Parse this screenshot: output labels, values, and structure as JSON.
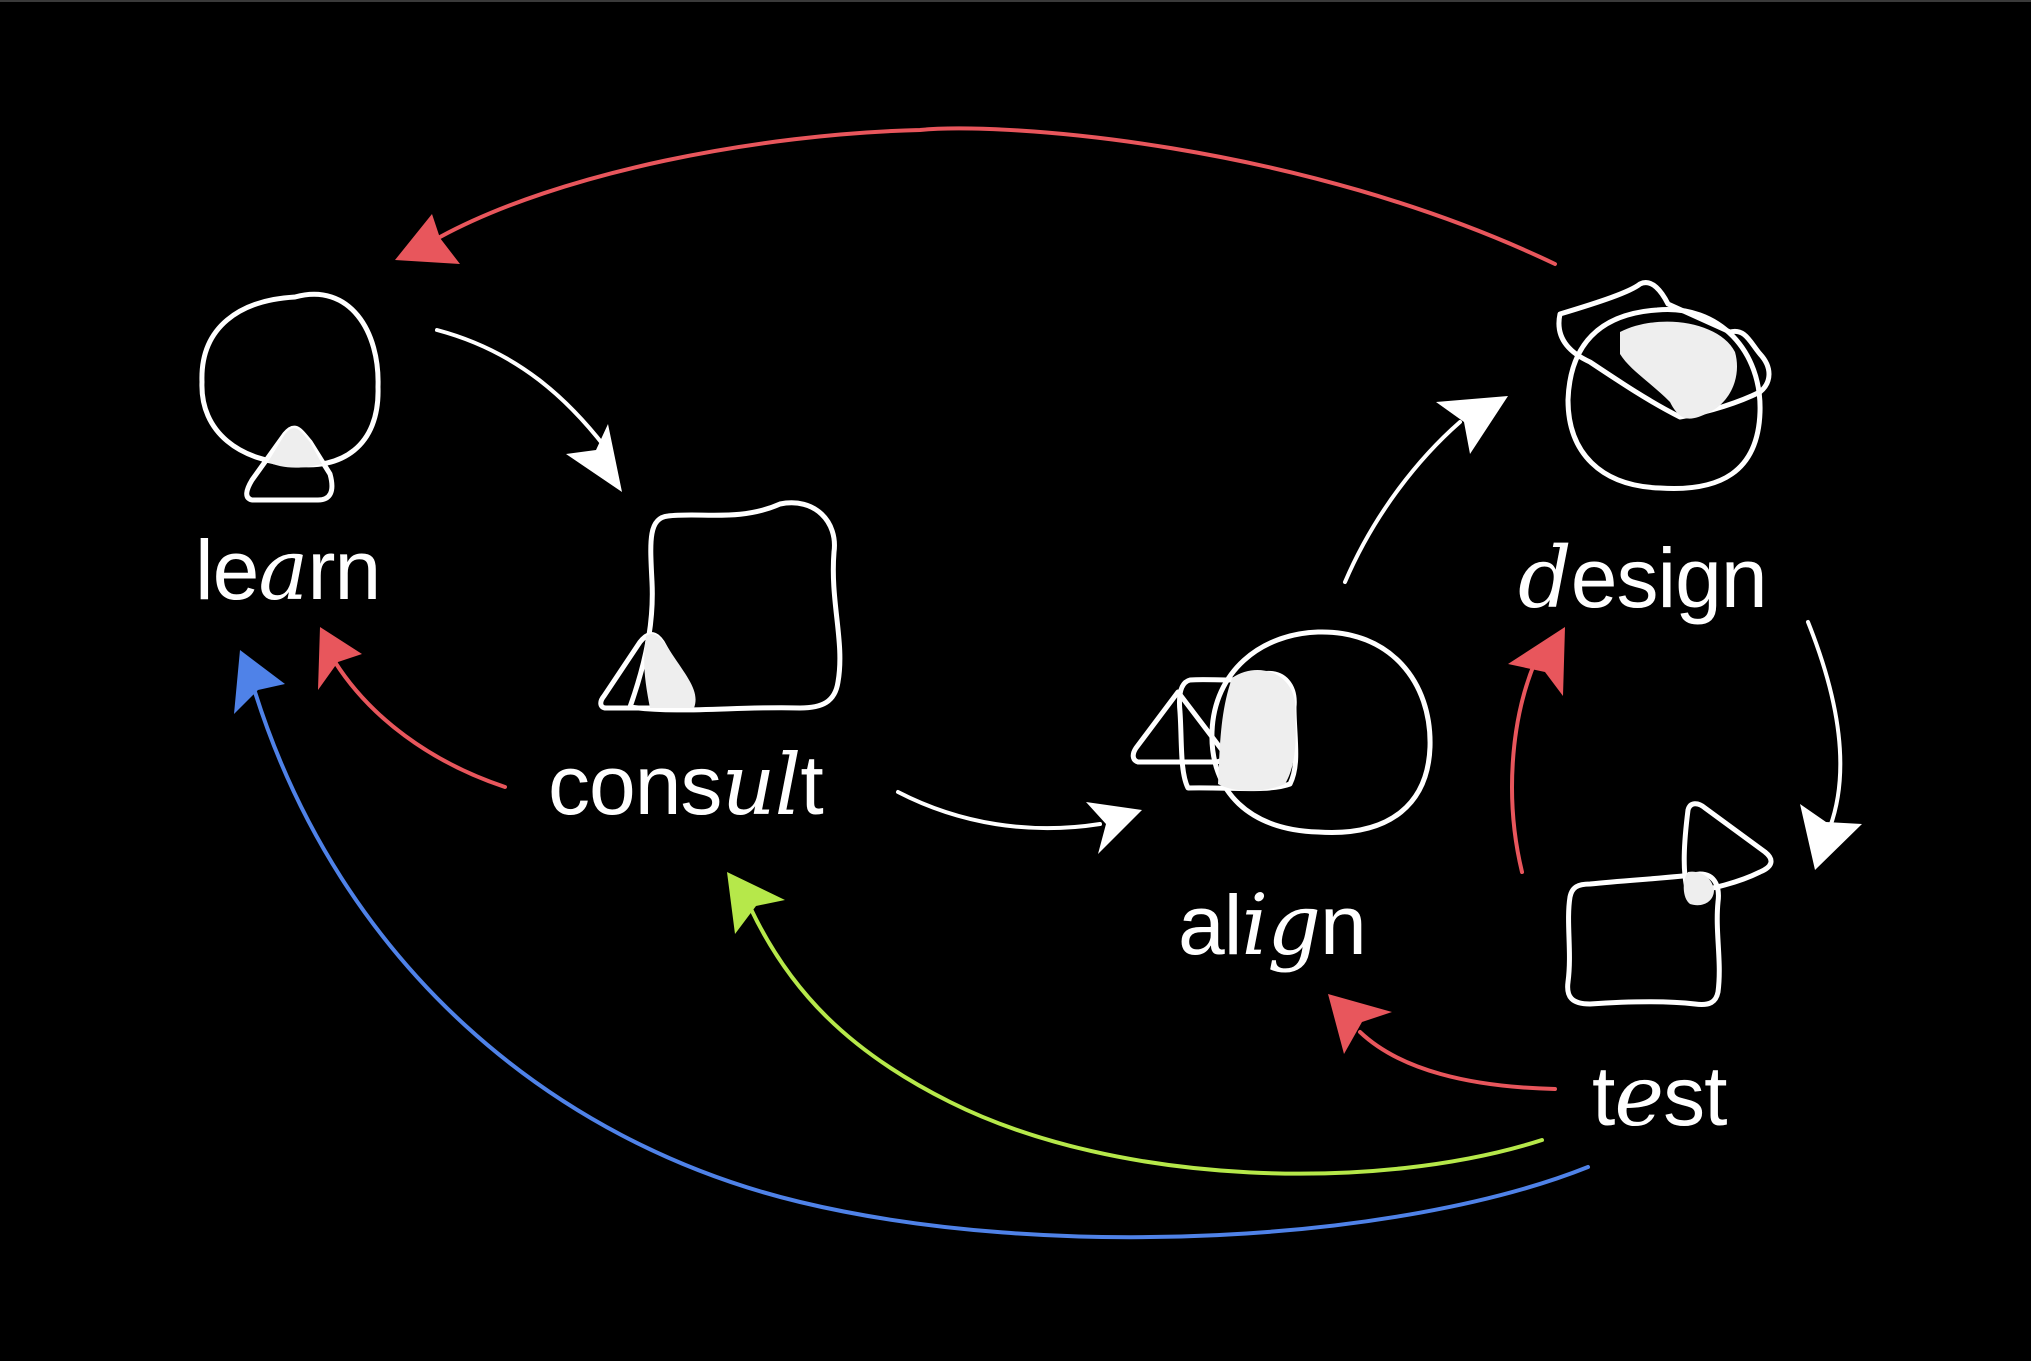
{
  "colors": {
    "background": "#000000",
    "forward": "#ffffff",
    "feedback_red": "#e8565c",
    "feedback_green": "#b6e84a",
    "feedback_blue": "#4f82e8"
  },
  "stages": {
    "learn": {
      "plain_a": "le",
      "italic": "a",
      "plain_b": "rn",
      "icon": "circle-with-triangle-icon"
    },
    "consult": {
      "plain_a": "cons",
      "italic": "ul",
      "plain_b": "t",
      "icon": "square-with-triangle-icon"
    },
    "align": {
      "plain_a": "al",
      "italic": "ig",
      "plain_b": "n",
      "icon": "circle-square-triangle-icon"
    },
    "design": {
      "plain_a": "",
      "italic": "d",
      "plain_b": "esign",
      "icon": "circle-and-blob-icon"
    },
    "test": {
      "plain_a": "t",
      "italic": "e",
      "plain_b": "st",
      "icon": "square-and-triangle-icon"
    }
  }
}
